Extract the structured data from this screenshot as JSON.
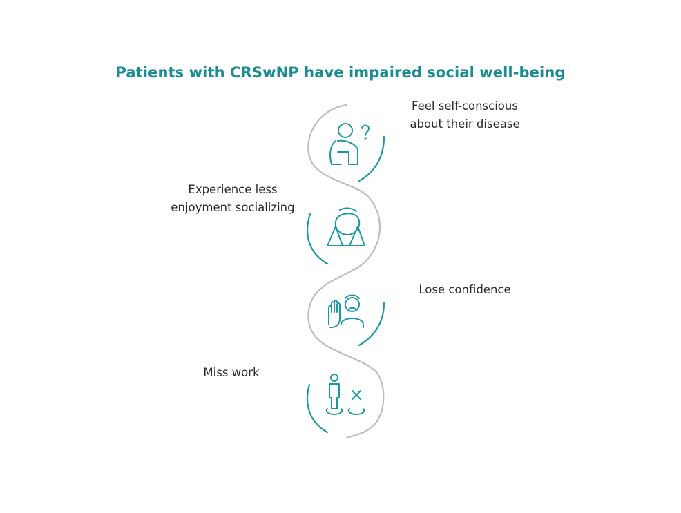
{
  "title": "Patients with CRSwNP have impaired social well-being",
  "items": [
    {
      "label_lines": [
        "Feel self-conscious",
        "about their disease"
      ],
      "icon": "self-conscious-person-icon",
      "side": "right"
    },
    {
      "label_lines": [
        "Experience less",
        "enjoyment socializing"
      ],
      "icon": "head-in-hands-icon",
      "side": "left"
    },
    {
      "label_lines": [
        "Lose confidence"
      ],
      "icon": "hand-raised-person-icon",
      "side": "right"
    },
    {
      "label_lines": [
        "Miss work"
      ],
      "icon": "absent-person-icon",
      "side": "left"
    }
  ],
  "colors": {
    "title": "#1b8c94",
    "teal": "#1a9aa0",
    "gray": "#bdbdbd",
    "line_teal": "#2d8fa6",
    "line_red": "#b5264a"
  }
}
